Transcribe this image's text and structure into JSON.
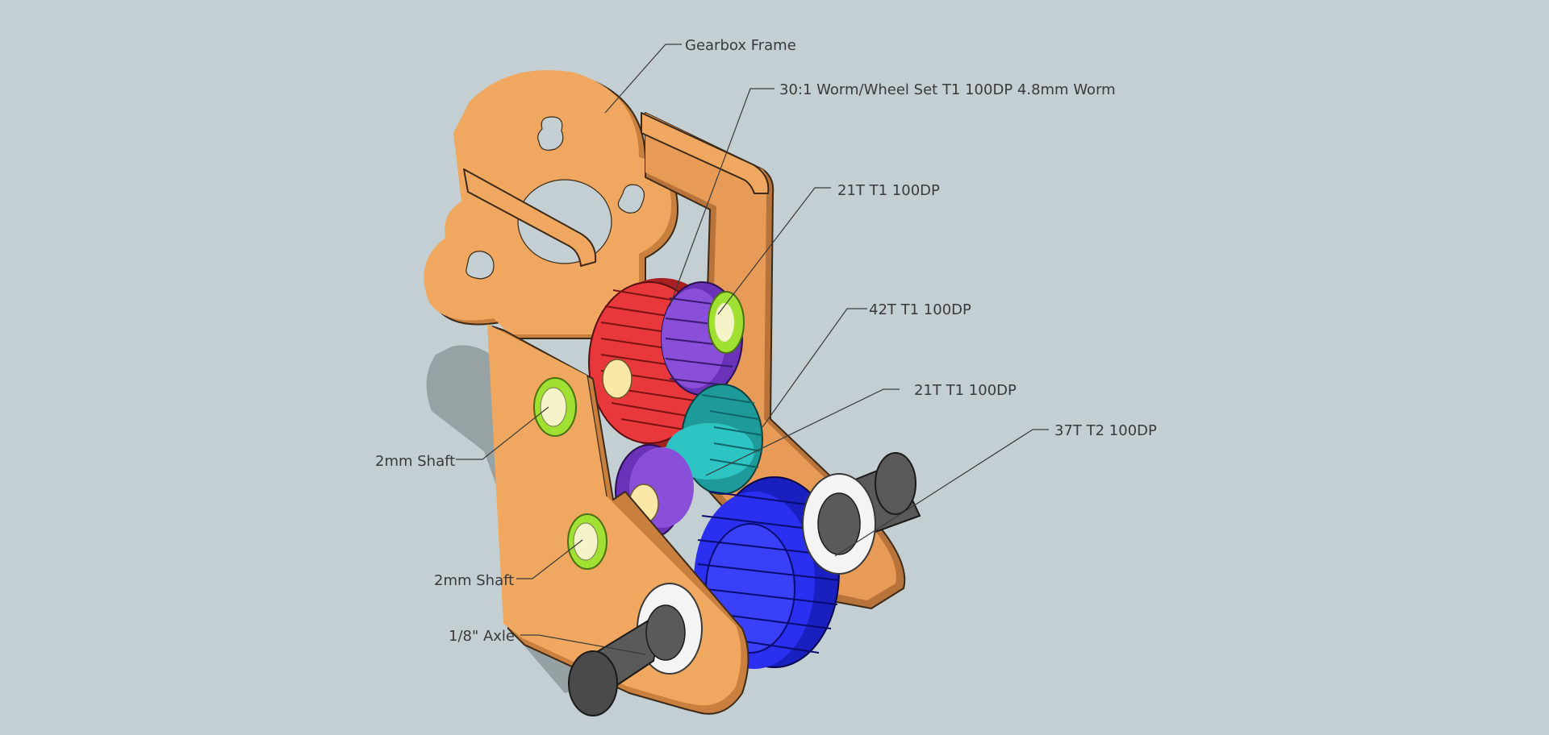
{
  "labels": {
    "gearbox_frame": "Gearbox Frame",
    "worm_wheel": "30:1 Worm/Wheel Set T1 100DP 4.8mm Worm",
    "gear_21t_top": "21T T1 100DP",
    "gear_42t": "42T T1 100DP",
    "gear_21t_mid": "21T T1 100DP",
    "gear_37t": "37T T2 100DP",
    "shaft_upper": "2mm Shaft",
    "shaft_lower": "2mm Shaft",
    "axle": "1/8\" Axle"
  },
  "colors": {
    "background": "#c3cfd2",
    "frame": "#f0a860",
    "frame_dark": "#c9803e",
    "worm_wheel": "#e8383c",
    "gear_purple": "#8a4fd8",
    "gear_teal": "#2ec4c4",
    "gear_blue": "#2a2ff0",
    "shaft_green": "#9fe032",
    "axle_gray": "#5a5a5a",
    "bushing_white": "#f4f4f4"
  }
}
